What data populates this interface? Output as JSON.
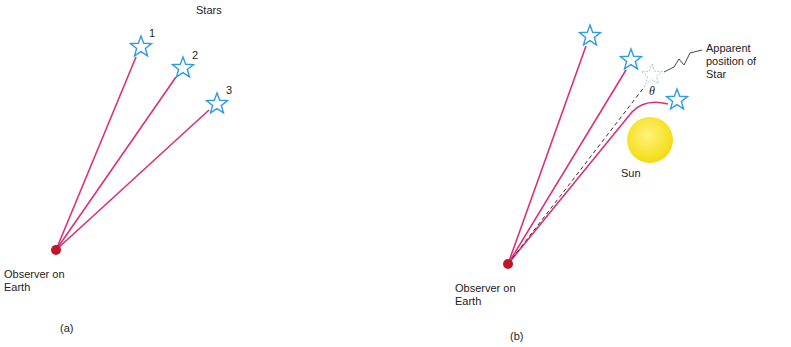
{
  "diagram": {
    "labels": [
      "Stars",
      "1",
      "2",
      "3",
      "Observer on Earth",
      "(a)",
      "Apparent position of Star",
      "θ",
      "Sun",
      "Observer on Earth",
      "(b)"
    ]
  }
}
